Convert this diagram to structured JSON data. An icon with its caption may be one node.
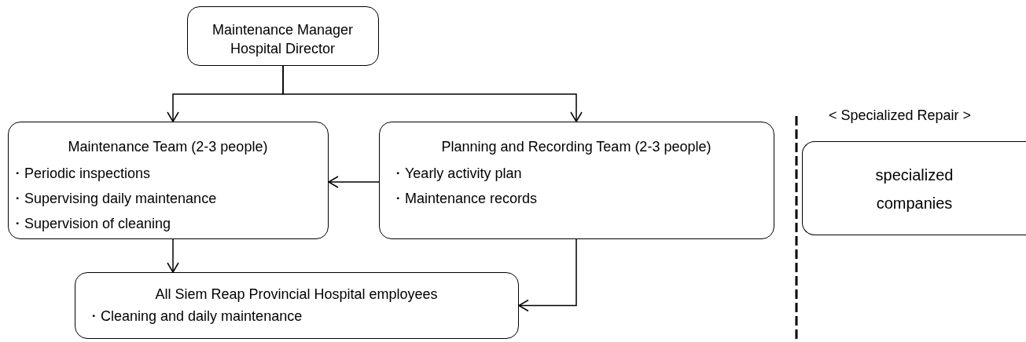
{
  "diagram": {
    "nodes": [
      {
        "text": [
          "Maintenance Manager",
          "Hospital Director"
        ]
      },
      {
        "text": [
          "Maintenance Team (2-3 people)",
          "・Periodic inspections",
          "・Supervising daily maintenance",
          "・Supervision of cleaning"
        ]
      },
      {
        "text": [
          "Planning and Recording Team (2-3 people)",
          "・Yearly activity plan",
          "・Maintenance records"
        ]
      },
      {
        "text": [
          "All Siem Reap Provincial Hospital employees",
          "・Cleaning and daily maintenance"
        ]
      },
      {
        "text": [
          "< Specialized Repair >",
          "specialized companies"
        ]
      }
    ],
    "edges": [
      {
        "from": 0,
        "to": 1,
        "arrow": "to"
      },
      {
        "from": 0,
        "to": 2,
        "arrow": "to"
      },
      {
        "from": 2,
        "to": 1,
        "arrow": "to"
      },
      {
        "from": 1,
        "to": 3,
        "arrow": "to"
      },
      {
        "from": 2,
        "to": 3,
        "arrow": "to"
      }
    ]
  }
}
